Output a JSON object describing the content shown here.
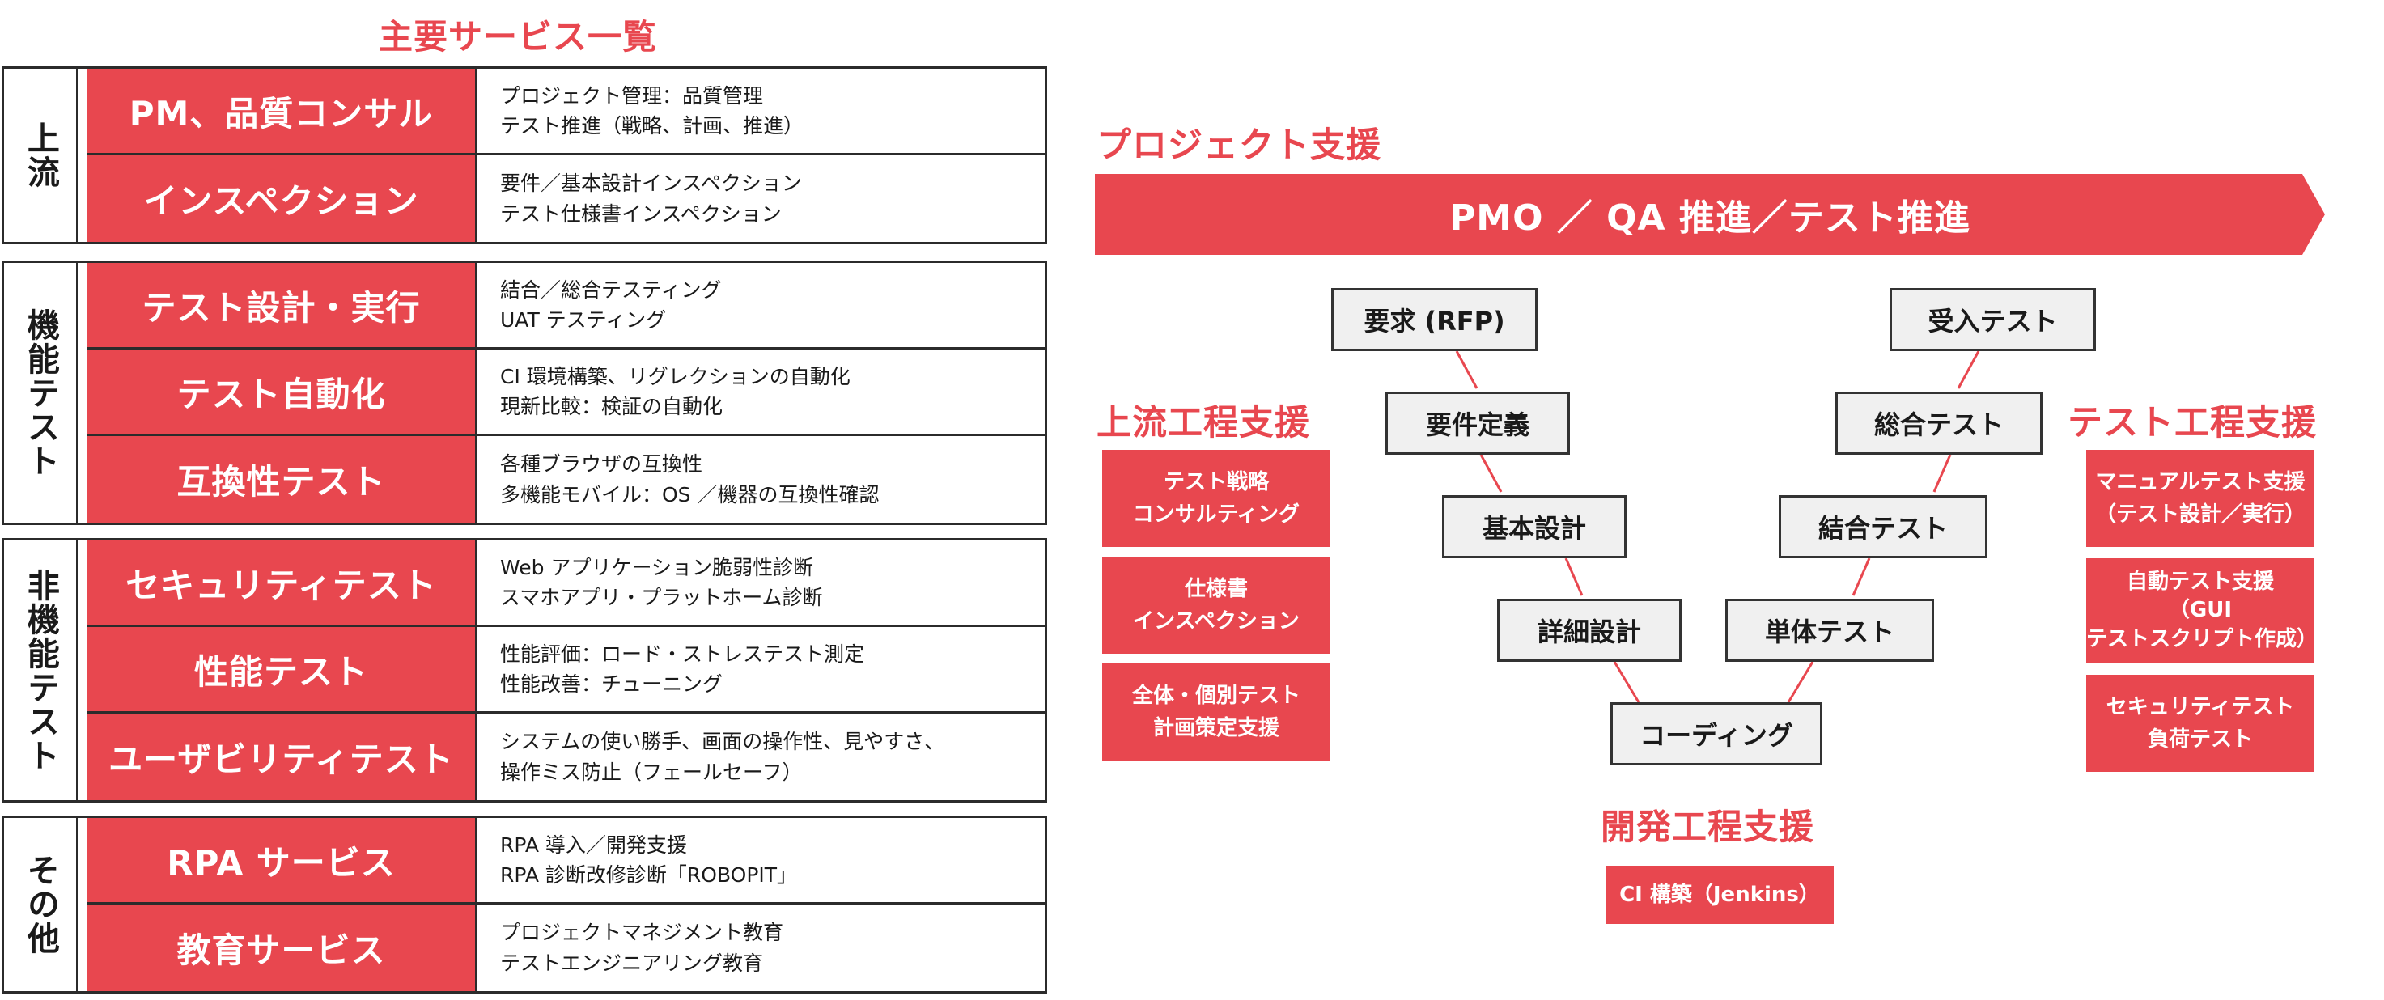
{
  "left": {
    "title": "主要サービス一覧",
    "groups": [
      {
        "label": "上流",
        "rows": [
          {
            "name": "PM、品質コンサル",
            "desc": [
              "プロジェクト管理：品質管理",
              "テスト推進（戦略、計画、推進）"
            ]
          },
          {
            "name": "インスペクション",
            "desc": [
              "要件／基本設計インスペクション",
              "テスト仕様書インスペクション"
            ]
          }
        ]
      },
      {
        "label": "機能テスト",
        "rows": [
          {
            "name": "テスト設計・実行",
            "desc": [
              "結合／総合テスティング",
              "UAT テスティング"
            ]
          },
          {
            "name": "テスト自動化",
            "desc": [
              "CI 環境構築、リグレクションの自動化",
              "現新比較：検証の自動化"
            ]
          },
          {
            "name": "互換性テスト",
            "desc": [
              "各種ブラウザの互換性",
              "多機能モバイル：OS ／機器の互換性確認"
            ]
          }
        ]
      },
      {
        "label": "非機能テスト",
        "rows": [
          {
            "name": "セキュリティテスト",
            "desc": [
              "Web アプリケーション脆弱性診断",
              "スマホアプリ・プラットホーム診断"
            ]
          },
          {
            "name": "性能テスト",
            "desc": [
              "性能評価：ロード・ストレステスト測定",
              "性能改善：チューニング"
            ]
          },
          {
            "name": "ユーザビリティテスト",
            "desc": [
              "システムの使い勝手、画面の操作性、見やすさ、",
              "操作ミス防止（フェールセーフ）"
            ]
          }
        ]
      },
      {
        "label": "その他",
        "rows": [
          {
            "name": "RPA サービス",
            "desc": [
              "RPA 導入／開発支援",
              "RPA 診断改修診断「ROBOPIT」"
            ]
          },
          {
            "name": "教育サービス",
            "desc": [
              "プロジェクトマネジメント教育",
              "テストエンジニアリング教育"
            ]
          }
        ]
      }
    ]
  },
  "right": {
    "project_title": "プロジェクト支援",
    "banner": "PMO ／ QA 推進／テスト推進",
    "upstream_title": "上流工程支援",
    "upstream_items": [
      [
        "テスト戦略",
        "コンサルティング"
      ],
      [
        "仕様書",
        "インスペクション"
      ],
      [
        "全体・個別テスト",
        "計画策定支援"
      ]
    ],
    "test_title": "テスト工程支援",
    "test_items": [
      [
        "マニュアルテスト支援",
        "（テスト設計／実行）"
      ],
      [
        "自動テスト支援",
        "（GUI",
        "テストスクリプト作成）"
      ],
      [
        "セキュリティテスト",
        "負荷テスト"
      ]
    ],
    "dev_title": "開発工程支援",
    "dev_items": [
      "CI 構築（Jenkins）"
    ],
    "v_model": {
      "req": "要求 (RFP)",
      "req_def": "要件定義",
      "basic": "基本設計",
      "detail": "詳細設計",
      "coding": "コーディング",
      "unit": "単体テスト",
      "integ": "結合テスト",
      "system": "総合テスト",
      "accept": "受入テスト"
    }
  },
  "colors": {
    "accent": "#e8474f",
    "border": "#2b2b2b",
    "box_fill": "#f0f0f0"
  }
}
